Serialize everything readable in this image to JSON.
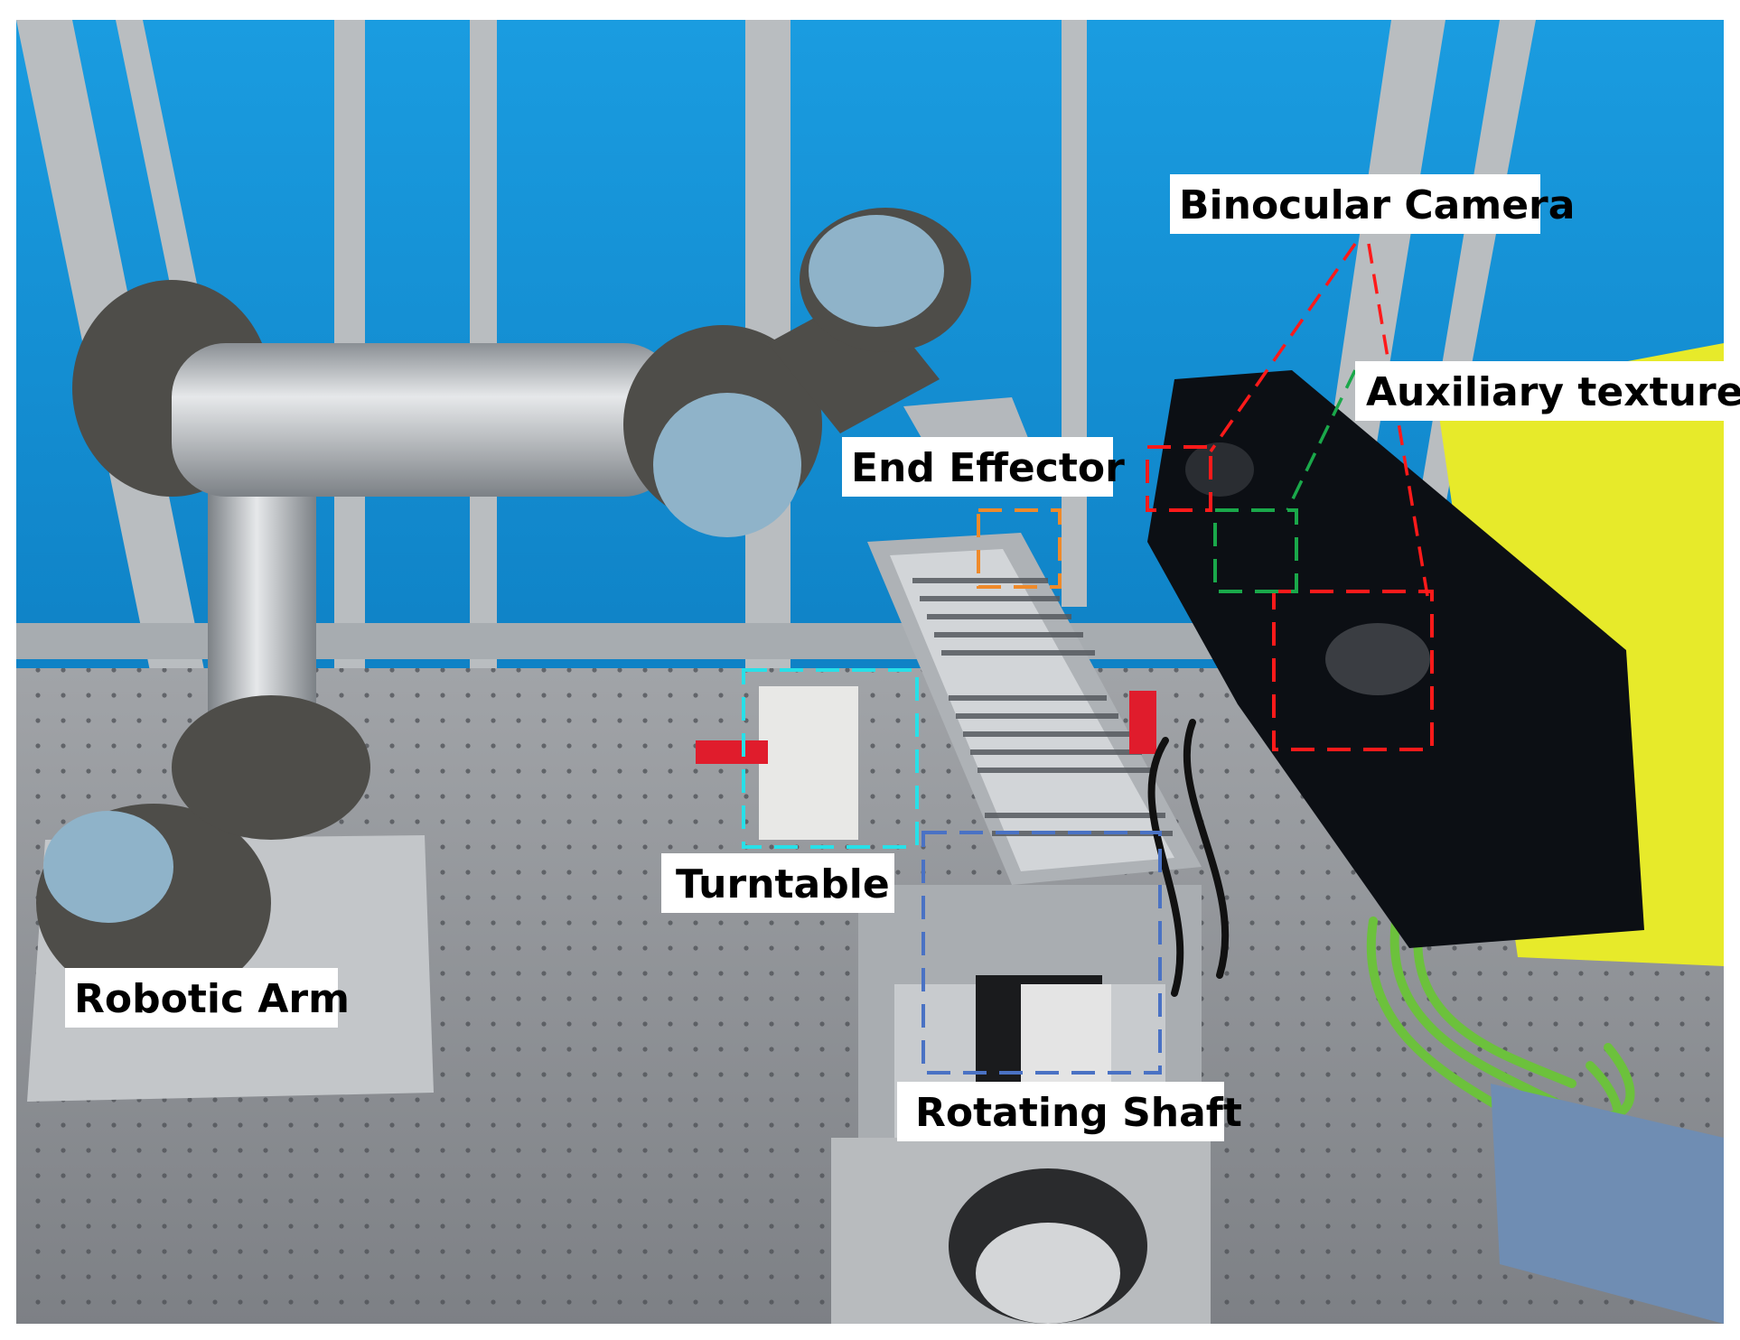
{
  "labels": {
    "binocular_camera": "Binocular Camera",
    "auxiliary_texture": "Auxiliary texture",
    "end_effector": "End Effector",
    "turntable": "Turntable",
    "robotic_arm": "Robotic Arm",
    "rotating_shaft": "Rotating Shaft"
  },
  "colors": {
    "background_wall": "#1591d6",
    "frame": "#b9bdc0",
    "table": "#8d9095",
    "arm_metal": "#b4b8bc",
    "arm_joint": "#4e4d49",
    "arm_cap": "#8fb3c9",
    "scanner_body": "#0c0f14",
    "scanner_yellow": "#e7ea2a",
    "cable_green": "#6cc13c",
    "box_binocular_camera": "#ff1a1a",
    "box_auxiliary_texture": "#1aa84a",
    "box_end_effector": "#ef8a2a",
    "box_turntable": "#28e0e8",
    "box_rotating_shaft": "#4a72c4"
  }
}
